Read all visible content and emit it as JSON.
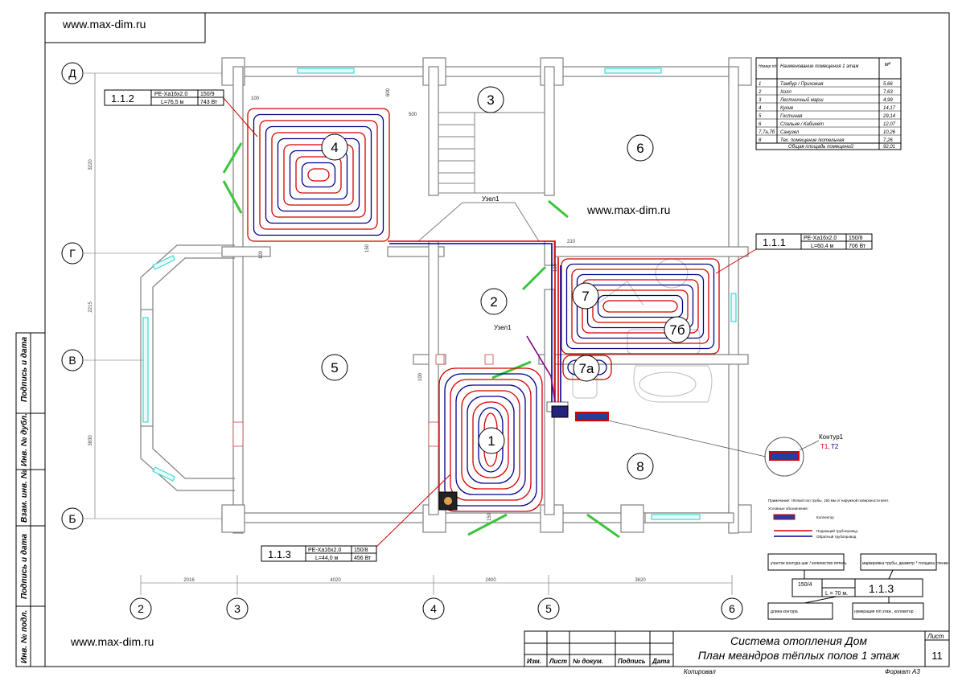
{
  "watermark": {
    "top": "www.max-dim.ru",
    "center": "www.max-dim.ru",
    "bottom": "www.max-dim.ru"
  },
  "axes": {
    "letters": [
      "Д",
      "Г",
      "В",
      "Б"
    ],
    "numbers": [
      "2",
      "3",
      "4",
      "5",
      "6"
    ],
    "vertical_dims": [
      "3220",
      "2215",
      "3830"
    ],
    "horizontal_dims": [
      "2016",
      "4020",
      "2400",
      "3620"
    ]
  },
  "rooms": {
    "r1": "1",
    "r2": "2",
    "r3": "3",
    "r4": "4",
    "r5": "5",
    "r6": "6",
    "r7": "7",
    "r7a": "7а",
    "r7b": "7б",
    "r8": "8"
  },
  "nodes": {
    "node_top": "Узел1",
    "node_mid": "Узел1"
  },
  "dims_small": {
    "d100a": "100",
    "d600": "600",
    "d500": "500",
    "d100b": "100",
    "d150a": "150",
    "d210": "210",
    "d100c": "100",
    "d100d": "100",
    "d150b": "150"
  },
  "circuits": [
    {
      "id": "1.1.2",
      "pipe": "PE-Xa16x2.0",
      "step": "150/9",
      "length": "L=76,5 м",
      "power": "743 Вт"
    },
    {
      "id": "1.1.1",
      "pipe": "PE-Xa16x2.0",
      "step": "150/8",
      "length": "L=60,4 м",
      "power": "706 Вт"
    },
    {
      "id": "1.1.3",
      "pipe": "PE-Xa16x2.0",
      "step": "150/8",
      "length": "L=44,0 м",
      "power": "456 Вт"
    }
  ],
  "room_table": {
    "headers": [
      "Номер п/п",
      "Наименование помещения 1 этаж",
      "м²"
    ],
    "rows": [
      [
        "1",
        "Тамбур / Прихожая",
        "5,66"
      ],
      [
        "2",
        "Холл",
        "7,63"
      ],
      [
        "3",
        "Лестничный марш",
        "4,99"
      ],
      [
        "4",
        "Кухня",
        "14,17"
      ],
      [
        "5",
        "Гостиная",
        "29,14"
      ],
      [
        "6",
        "Спальня / Кабинет",
        "12,07"
      ],
      [
        "7,7а,7б",
        "Санузел",
        "10,26"
      ],
      [
        "8",
        "Тех. помещение /котельная",
        "7,26"
      ]
    ],
    "total_label": "Общая площадь помещений:",
    "total_value": "92,01"
  },
  "kontur": {
    "label": "Контур1",
    "t1": "Т1,",
    "t2": "Т2"
  },
  "notes": {
    "note_line": "Примечание: тёплый пол трубы, 150 мм от наружной поверхности вент.",
    "legend_title": "Условные обозначения:",
    "legend_1": "Коллектор",
    "legend_2": "Подающий трубопровод",
    "legend_3": "Обратный трубопровод"
  },
  "key": {
    "box1": "участок контура шаг / количество петель",
    "box2": "маркировка трубы, диаметр * толщина стенки",
    "step": "150/4",
    "length": "L = 70 м.",
    "id": "1.1.3",
    "box3": "длина контура",
    "box4": "нумерация п/п этаж , коллектор"
  },
  "title_block": {
    "line1": "Система отопления Дом",
    "line2": "План меандров тёплых полов 1 этаж",
    "cols": [
      "Изм.",
      "Лист",
      "№ докум.",
      "Подпись",
      "Дата"
    ],
    "sheet_label": "Лист",
    "sheet_num": "11",
    "copied": "Копировал",
    "format": "Формат А3"
  },
  "side_stamp": [
    "Подпись и дата",
    "Инв. № дубл.",
    "Взам. инв. №",
    "Подпись и дата",
    "Инв. № подл."
  ],
  "colors": {
    "supply": "#d40000",
    "return": "#00008b",
    "window": "#3cd9d2",
    "door": "#3cc43c",
    "wall": "#808080"
  }
}
